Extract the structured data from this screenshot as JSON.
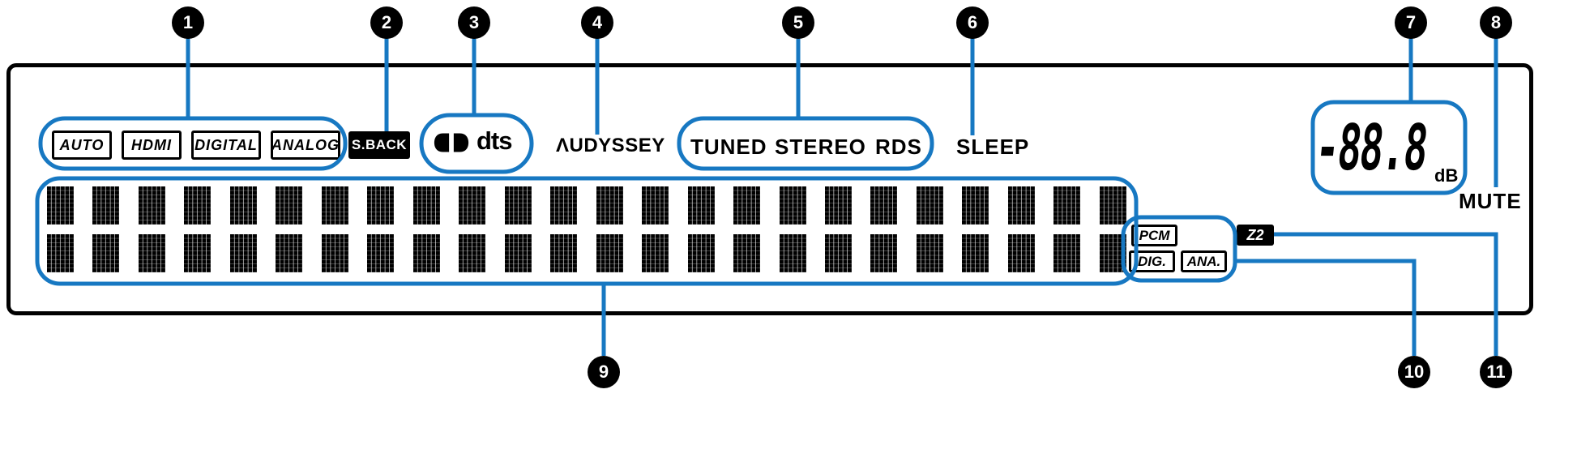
{
  "callouts": [
    "1",
    "2",
    "3",
    "4",
    "5",
    "6",
    "7",
    "8",
    "9",
    "10",
    "11"
  ],
  "display": {
    "input_modes": [
      {
        "label": "AUTO"
      },
      {
        "label": "HDMI"
      },
      {
        "label": "DIGITAL"
      },
      {
        "label": "ANALOG"
      }
    ],
    "surround_back_label": "S.BACK",
    "dolby_icon": "dolby-double-d",
    "dts_label": "dts",
    "audyssey_label": "ΛUDYSSEY",
    "tuner_indicators": [
      {
        "label": "TUNED"
      },
      {
        "label": "STEREO"
      },
      {
        "label": "RDS"
      }
    ],
    "sleep_label": "SLEEP",
    "volume": {
      "value": "-88.8",
      "unit": "dB"
    },
    "mute_label": "MUTE",
    "signal_indicators": {
      "pcm": "PCM",
      "dig": "DIG.",
      "ana": "ANA.",
      "zone2": "Z2"
    }
  },
  "dot_matrix": {
    "rows": 2,
    "columns": 24
  },
  "colors": {
    "callout_line": "#1778c2",
    "panel_border": "#000000",
    "background": "#ffffff"
  }
}
